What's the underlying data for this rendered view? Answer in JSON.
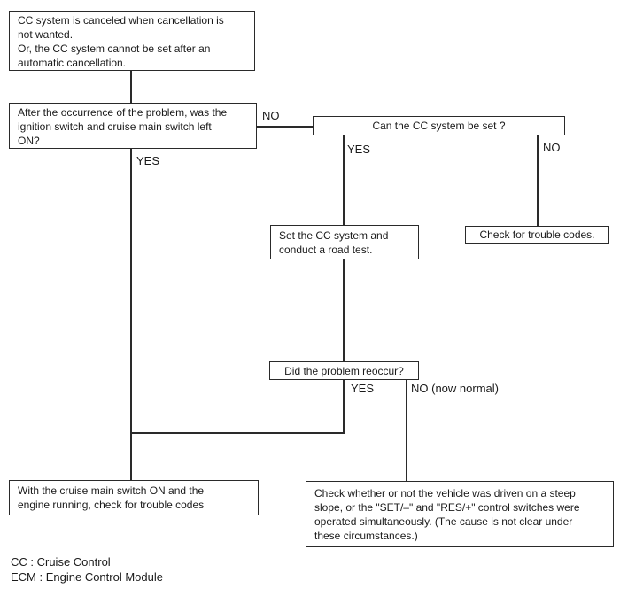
{
  "diagram": {
    "title_hint": "CC system troubleshooting flowchart",
    "nodes": {
      "symptom": {
        "text": "CC system is canceled when cancellation is\nnot wanted.\nOr, the CC system cannot be set after an\nautomatic cancellation."
      },
      "ignition_question": {
        "text": "After the occurrence of the problem, was the\nignition switch and cruise main switch left\nON?"
      },
      "can_set_question": {
        "text": "Can the CC system be set ?"
      },
      "road_test": {
        "text": "Set the CC system and\nconduct a road test."
      },
      "check_codes": {
        "text": "Check for trouble codes."
      },
      "reoccur_question": {
        "text": "Did the problem reoccur?"
      },
      "check_codes_engine_running": {
        "text": "With the cruise main switch ON and the\nengine running, check for trouble codes"
      },
      "steep_slope_check": {
        "text": "Check whether or not the vehicle was driven on a steep\nslope, or the \"SET/–\" and \"RES/+\" control switches were\noperated simultaneously. (The cause is not clear under\nthese circumstances.)"
      }
    },
    "labels": {
      "no_ignition": "NO",
      "yes_ignition": "YES",
      "yes_can_set": "YES",
      "no_can_set": "NO",
      "yes_reoccur": "YES",
      "no_reoccur": "NO (now normal)"
    },
    "legend": "CC : Cruise Control\nECM : Engine Control Module"
  }
}
